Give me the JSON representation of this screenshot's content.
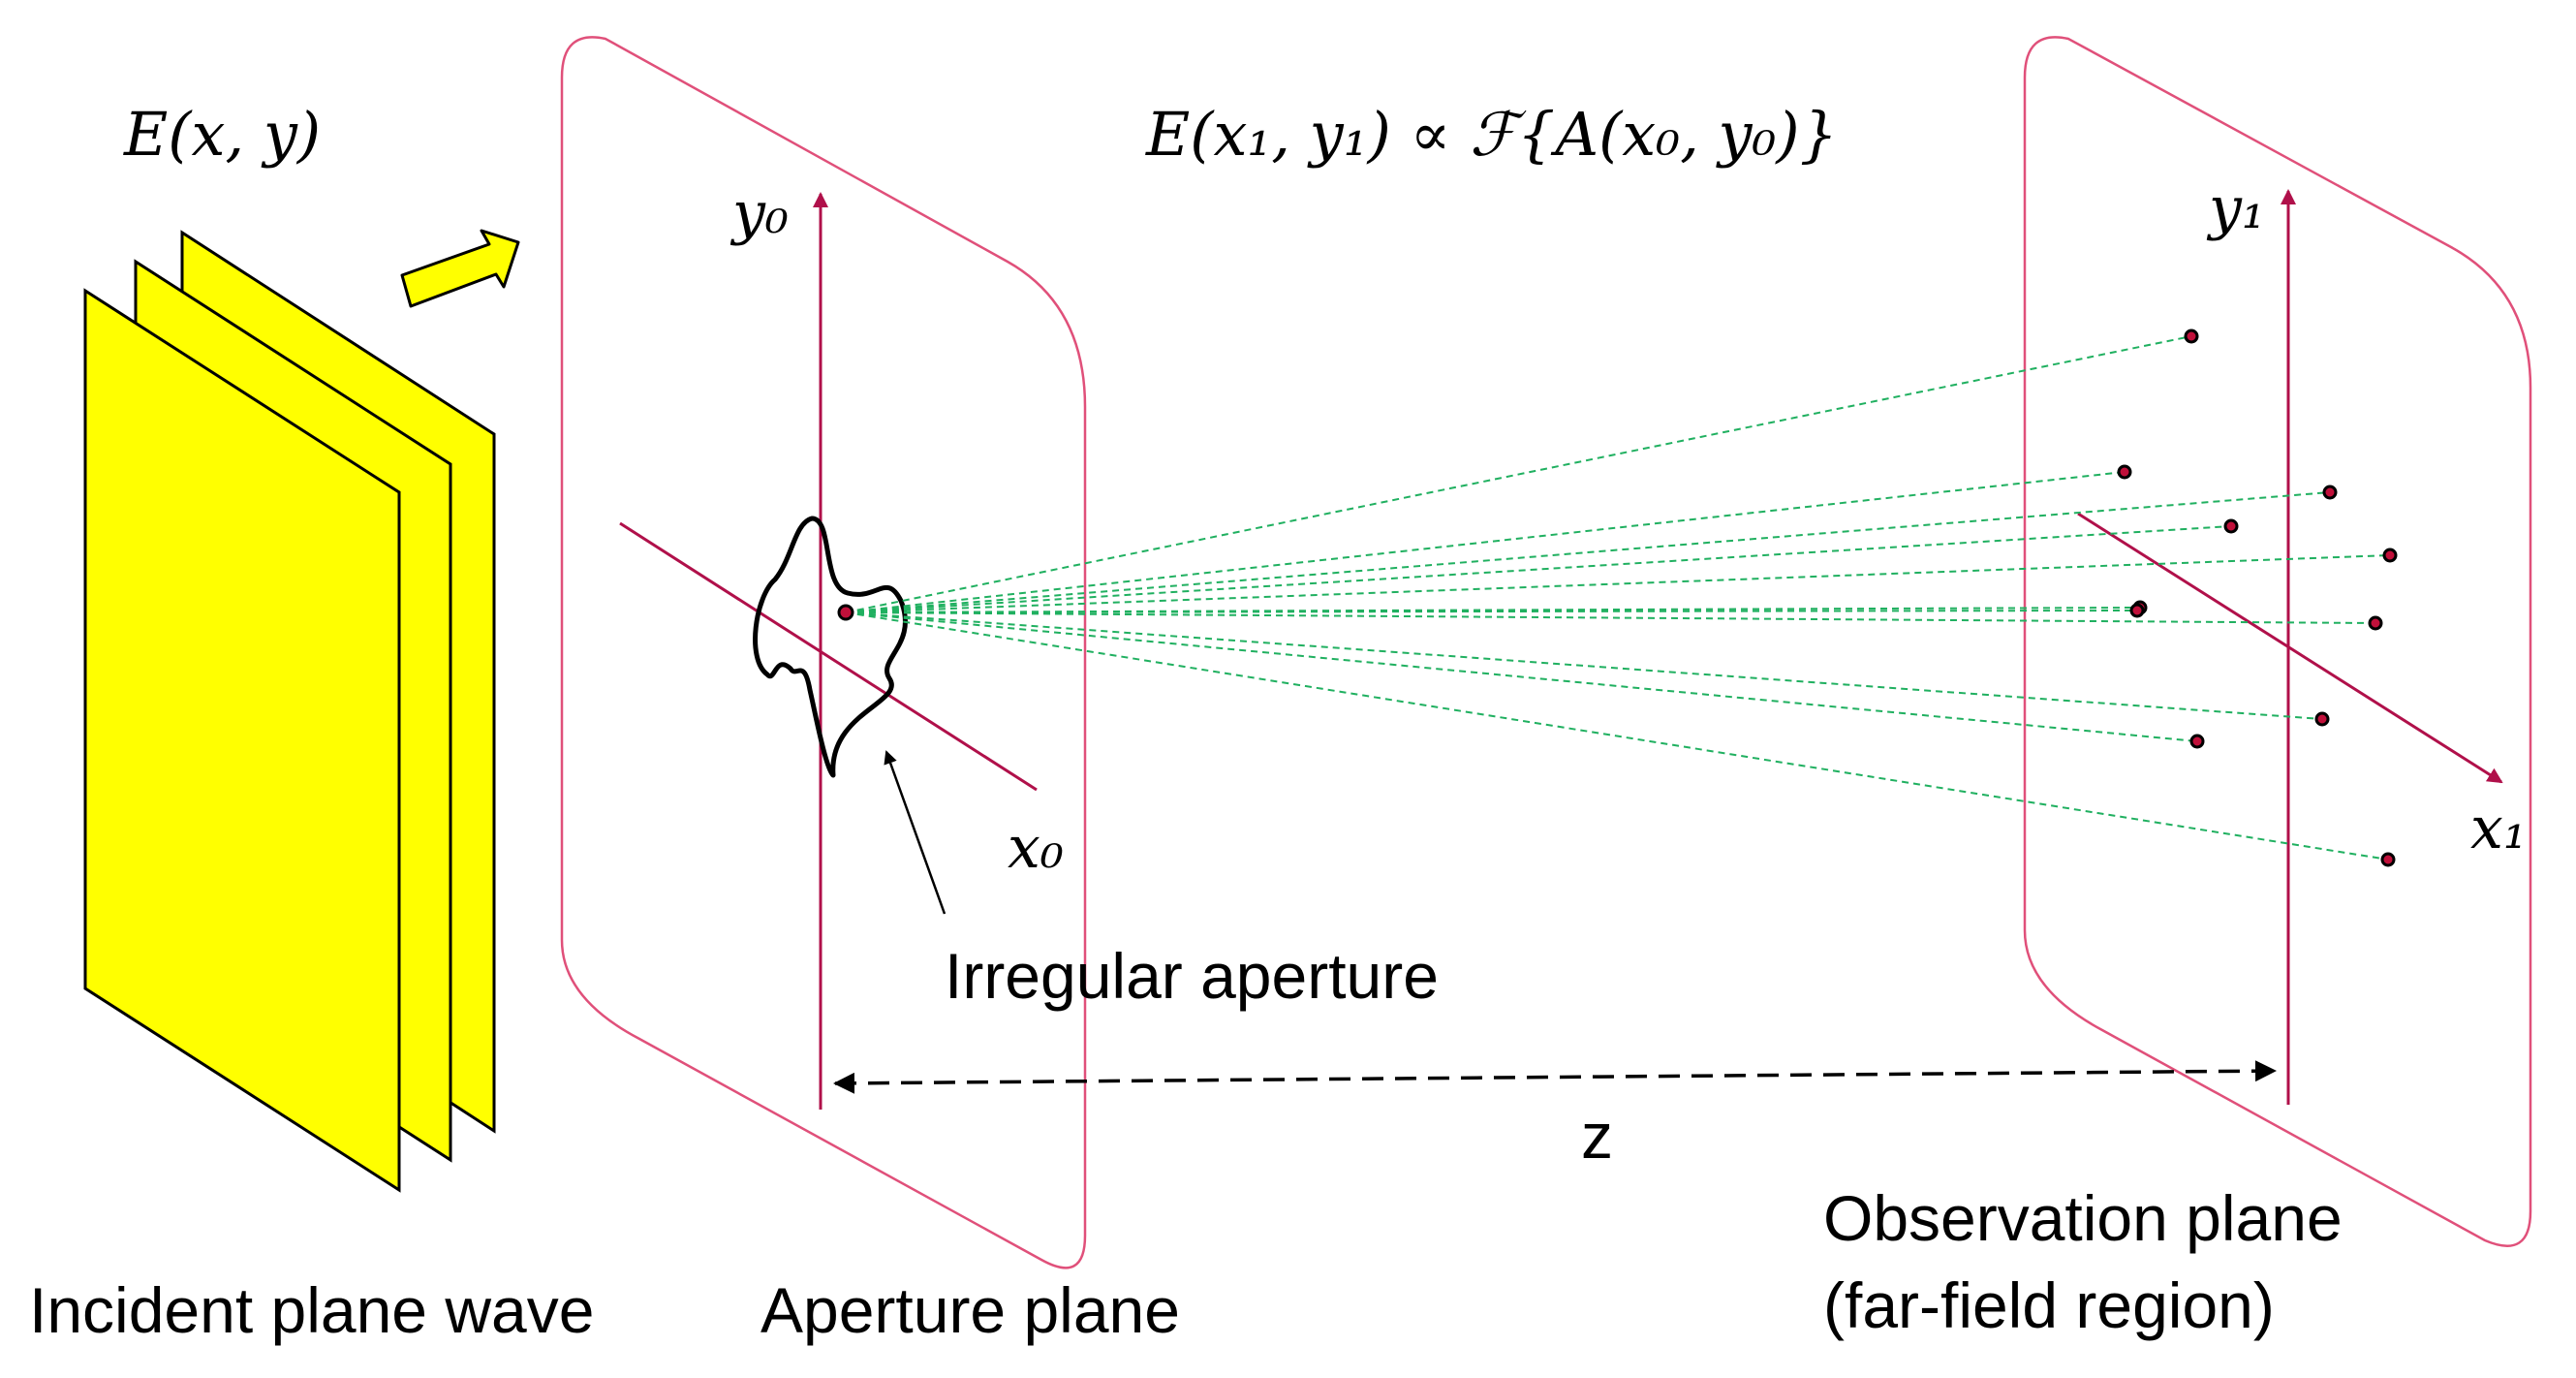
{
  "formulas": {
    "incident_field": "E(x, y)",
    "far_field_relation": "E(x₁, y₁) ∝ ℱ{A(x₀, y₀)}"
  },
  "axes": {
    "aperture_y": "y₀",
    "aperture_x": "x₀",
    "observation_y": "y₁",
    "observation_x": "x₁"
  },
  "labels": {
    "incident": "Incident plane wave",
    "aperture_plane": "Aperture plane",
    "irregular_aperture": "Irregular aperture",
    "distance": "z",
    "observation_line1": "Observation plane",
    "observation_line2": "(far-field region)"
  },
  "colors": {
    "wave_fill": "#ffff00",
    "plane_outline": "#e0507a",
    "axis": "#b0104a",
    "ray": "#20b060",
    "point": "#c0103a"
  },
  "far_field_point_count": 11
}
